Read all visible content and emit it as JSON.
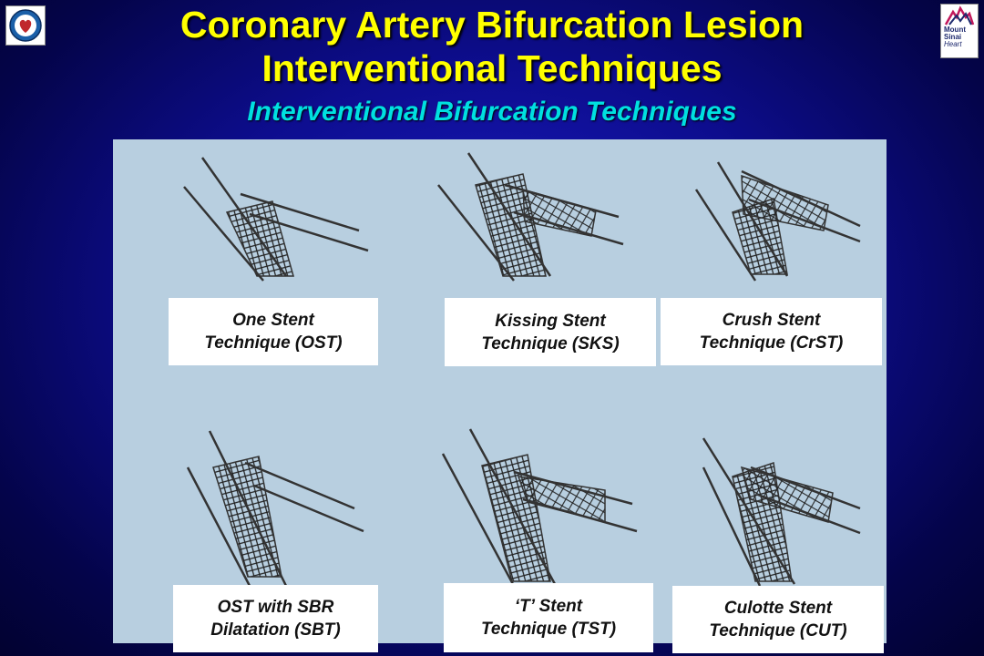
{
  "slide": {
    "title_line1": "Coronary Artery Bifurcation Lesion",
    "title_line2": "Interventional Techniques",
    "subtitle": "Interventional Bifurcation Techniques"
  },
  "logos": {
    "left": {
      "icon": "heart-emblem-icon"
    },
    "right": {
      "icon": "mount-sinai-heart-logo",
      "line1": "Mount",
      "line2": "Sinai",
      "line3": "Heart"
    }
  },
  "techniques": [
    {
      "line1": "One Stent",
      "line2": "Technique (OST)",
      "icon": "bifurcation-stent-icon"
    },
    {
      "line1": "Kissing Stent",
      "line2": "Technique (SKS)",
      "icon": "bifurcation-stent-icon"
    },
    {
      "line1": "Crush Stent",
      "line2": "Technique (CrST)",
      "icon": "bifurcation-stent-icon"
    },
    {
      "line1": "OST with SBR",
      "line2": "Dilatation (SBT)",
      "icon": "bifurcation-stent-icon"
    },
    {
      "line1": "‘T’ Stent",
      "line2": "Technique (TST)",
      "icon": "bifurcation-stent-icon"
    },
    {
      "line1": "Culotte Stent",
      "line2": "Technique (CUT)",
      "icon": "bifurcation-stent-icon"
    }
  ]
}
